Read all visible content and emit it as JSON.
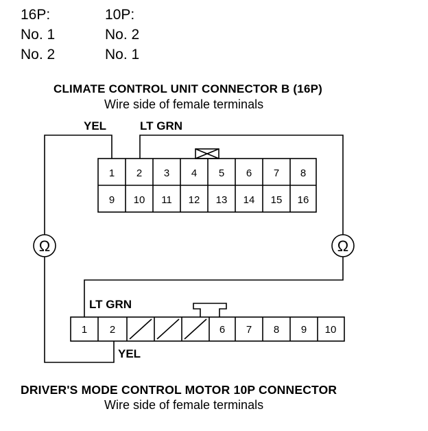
{
  "pin_table": {
    "headers": [
      "16P:",
      "10P:"
    ],
    "rows": [
      [
        "No. 1",
        "No. 2"
      ],
      [
        "No. 2",
        "No. 1"
      ]
    ]
  },
  "connector_b": {
    "title": "CLIMATE CONTROL UNIT CONNECTOR B (16P)",
    "subtitle": "Wire side of female terminals",
    "wire_left": "YEL",
    "wire_right": "LT GRN",
    "top_row": [
      "1",
      "2",
      "3",
      "4",
      "5",
      "6",
      "7",
      "8"
    ],
    "bottom_row": [
      "9",
      "10",
      "11",
      "12",
      "13",
      "14",
      "15",
      "16"
    ]
  },
  "motor_connector": {
    "title": "DRIVER'S  MODE CONTROL MOTOR 10P CONNECTOR",
    "subtitle": "Wire side of female terminals",
    "wire_top": "LT GRN",
    "wire_bottom": "YEL",
    "terminals": [
      "1",
      "2",
      "",
      "",
      "",
      "6",
      "7",
      "8",
      "9",
      "10"
    ]
  },
  "meter": {
    "symbol": "Ω"
  }
}
